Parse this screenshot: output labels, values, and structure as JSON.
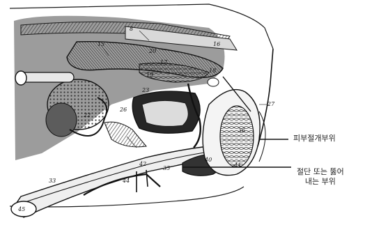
{
  "figure": {
    "kind": "anatomical-illustration",
    "subject": "sagittal section of pelvic and genital region",
    "colors": {
      "ink": "#1a1a1a",
      "paper": "#ffffff",
      "shade": "#6e6e6e"
    }
  },
  "numbers": [
    "8",
    "15",
    "16",
    "17",
    "18",
    "19",
    "20",
    "22",
    "23",
    "26",
    "27",
    "33",
    "35",
    "36",
    "40",
    "41",
    "42",
    "44",
    "45"
  ],
  "callouts": {
    "skin_incision": {
      "text": "피부절개부위"
    },
    "cut_or_pierce": {
      "line1": "절단 또는 뚫어",
      "line2": "내는 부위"
    }
  }
}
